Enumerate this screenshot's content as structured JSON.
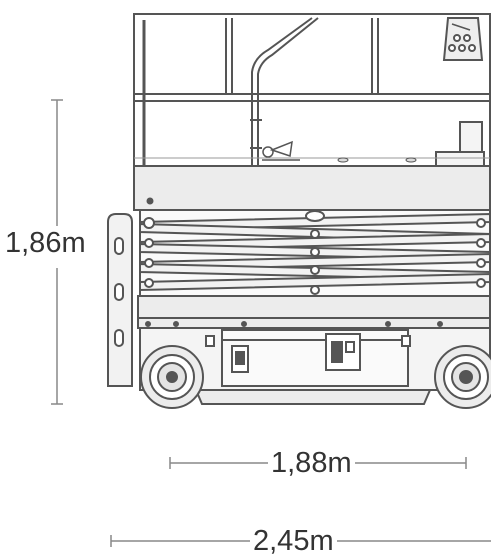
{
  "dimensions": {
    "height": "1,86m",
    "wheelbase": "1,88m",
    "length": "2,45m"
  },
  "colors": {
    "outline": "#555555",
    "panel_fill": "#ececec",
    "dimension_line": "#888888",
    "label": "#333333"
  }
}
